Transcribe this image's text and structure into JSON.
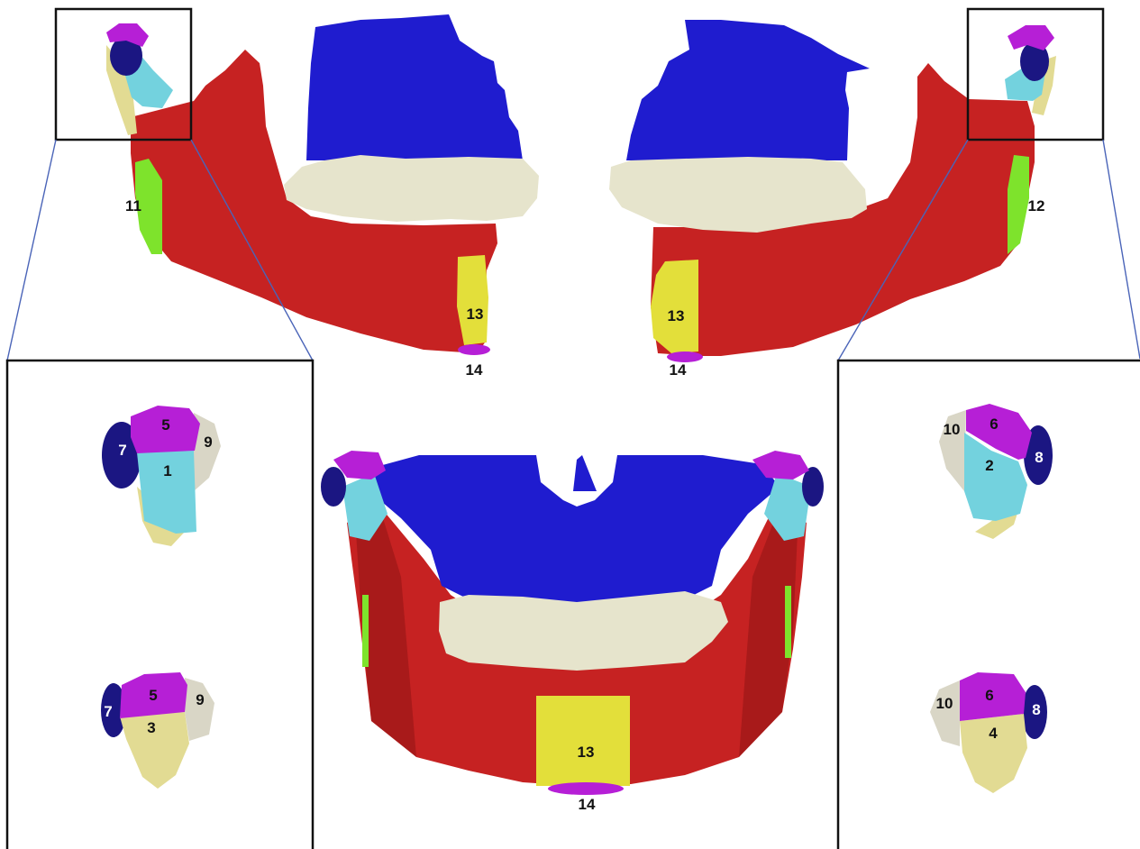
{
  "colors": {
    "mandible": "#c62222",
    "mandible_dark": "#8f1414",
    "maxilla": "#1f1ccf",
    "teeth": "#e6e4cc",
    "symphysis": "#e3df3a",
    "ramus_strip": "#7ee32c",
    "condyle_magenta": "#b61fd6",
    "condyle_cyan": "#73d2de",
    "condyle_navy": "#1b1682",
    "condyle_beige": "#e2db93",
    "condyle_gray": "#d9d6c6",
    "frame": "#111111",
    "guide_line": "#4a64b8"
  },
  "labels": {
    "left_ramus": "11",
    "right_ramus": "12",
    "left_symphysis": "13",
    "left_menton": "14",
    "right_symphysis": "13",
    "right_menton": "14",
    "front_symphysis": "13",
    "front_menton": "14",
    "inset_left_top": {
      "a": "5",
      "b": "9",
      "c": "7",
      "d": "1"
    },
    "inset_left_bottom": {
      "a": "5",
      "b": "9",
      "c": "7",
      "d": "3"
    },
    "inset_right_top": {
      "a": "6",
      "b": "10",
      "c": "8",
      "d": "2"
    },
    "inset_right_bottom": {
      "a": "6",
      "b": "10",
      "c": "8",
      "d": "4"
    }
  }
}
